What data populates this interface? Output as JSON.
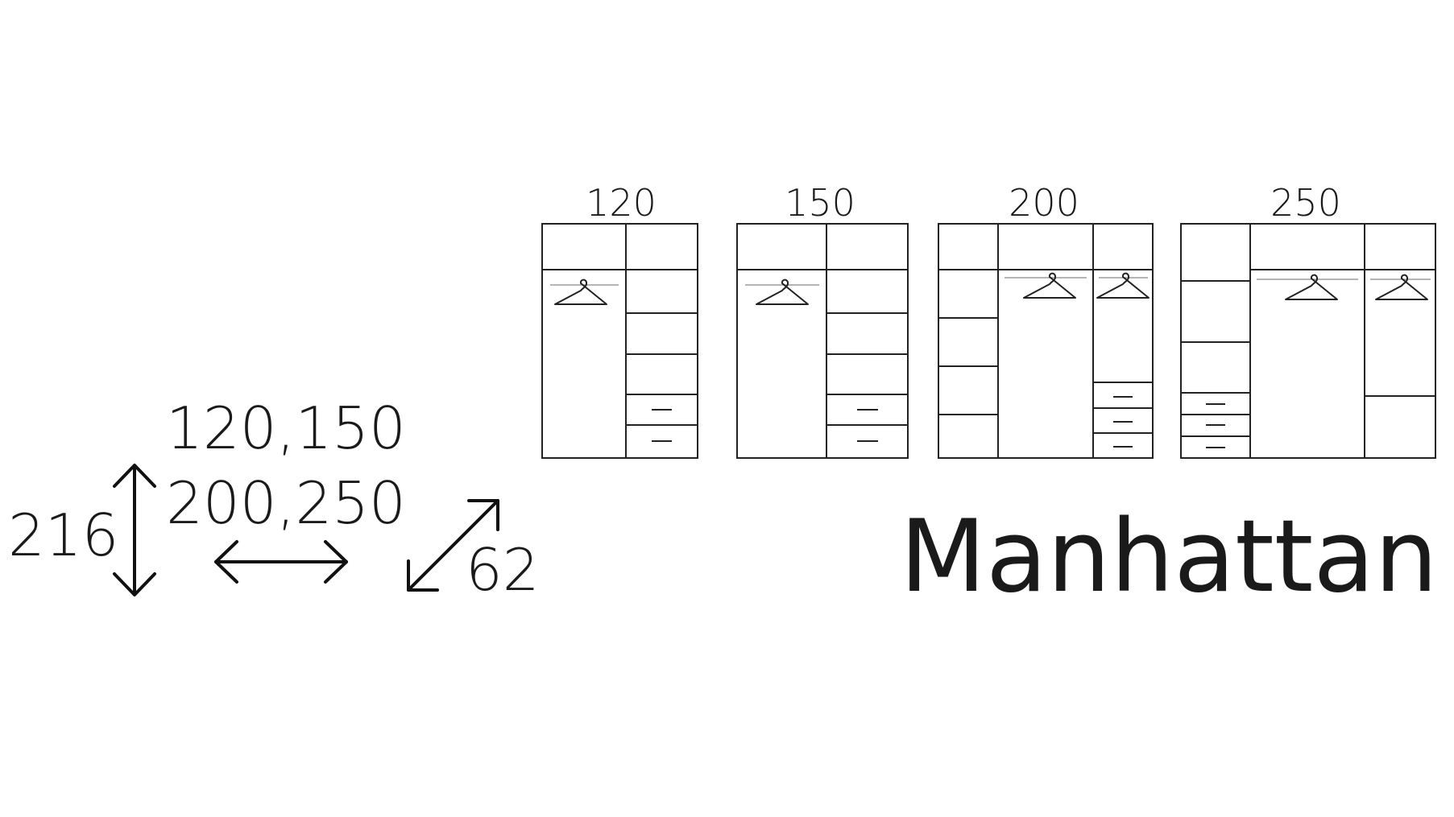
{
  "widths": [
    "120",
    "150",
    "200",
    "250"
  ],
  "dimensions": {
    "height": "216",
    "width_line1": "120,150",
    "width_line2": "200,250",
    "depth": "62"
  },
  "brand": "Manhattan",
  "icons": {
    "hanger": "hanger-icon",
    "vertical_arrow": "double-arrow-vertical-icon",
    "horizontal_arrow": "double-arrow-horizontal-icon",
    "diagonal_arrow": "double-arrow-diagonal-icon"
  },
  "colors": {
    "ink": "#1a1a1a",
    "background": "#ffffff"
  }
}
